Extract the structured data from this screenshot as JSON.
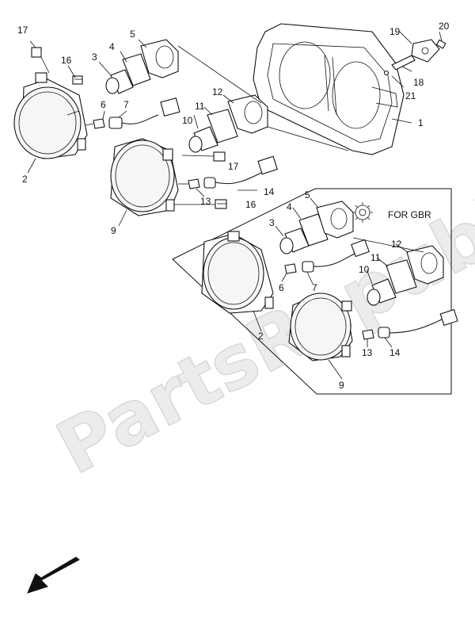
{
  "diagram": {
    "watermark_text": "PartsRepublik",
    "inset_title": "FOR GBR",
    "callouts": [
      {
        "id": "p17a",
        "text": "17"
      },
      {
        "id": "p16a",
        "text": "16"
      },
      {
        "id": "p3a",
        "text": "3"
      },
      {
        "id": "p4a",
        "text": "4"
      },
      {
        "id": "p5a",
        "text": "5"
      },
      {
        "id": "p19",
        "text": "19"
      },
      {
        "id": "p20",
        "text": "20"
      },
      {
        "id": "p18",
        "text": "18"
      },
      {
        "id": "p21",
        "text": "21"
      },
      {
        "id": "p1",
        "text": "1"
      },
      {
        "id": "p6a",
        "text": "6"
      },
      {
        "id": "p7a",
        "text": "7"
      },
      {
        "id": "p12a",
        "text": "12"
      },
      {
        "id": "p11a",
        "text": "11"
      },
      {
        "id": "p10a",
        "text": "10"
      },
      {
        "id": "p2a",
        "text": "2"
      },
      {
        "id": "p17b",
        "text": "17"
      },
      {
        "id": "p14a",
        "text": "14"
      },
      {
        "id": "p13a",
        "text": "13"
      },
      {
        "id": "p16b",
        "text": "16"
      },
      {
        "id": "p9a",
        "text": "9"
      },
      {
        "id": "p5b",
        "text": "5"
      },
      {
        "id": "p4b",
        "text": "4"
      },
      {
        "id": "p3b",
        "text": "3"
      },
      {
        "id": "p12b",
        "text": "12"
      },
      {
        "id": "p11b",
        "text": "11"
      },
      {
        "id": "p10b",
        "text": "10"
      },
      {
        "id": "p6b",
        "text": "6"
      },
      {
        "id": "p7b",
        "text": "7"
      },
      {
        "id": "p2b",
        "text": "2"
      },
      {
        "id": "p13b",
        "text": "13"
      },
      {
        "id": "p14b",
        "text": "14"
      },
      {
        "id": "p9b",
        "text": "9"
      }
    ]
  }
}
